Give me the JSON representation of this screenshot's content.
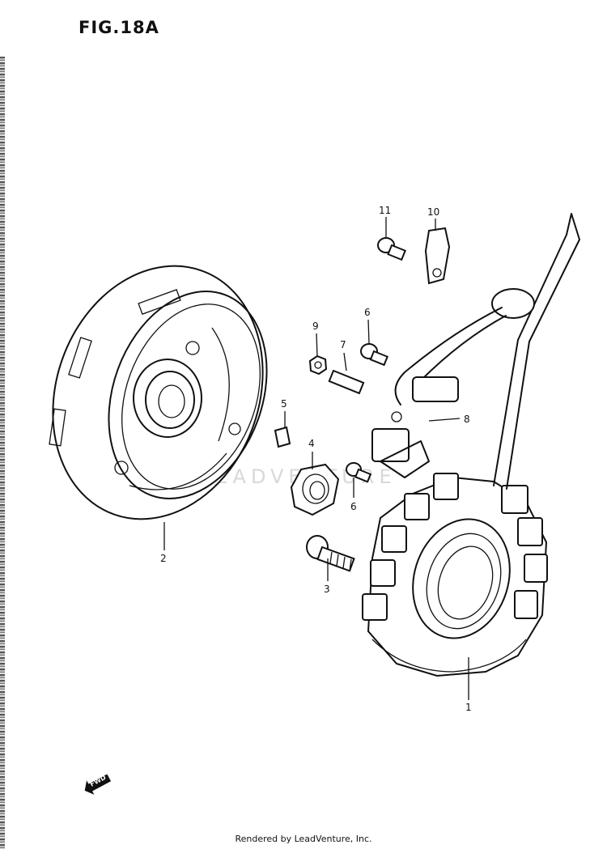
{
  "figure": {
    "title": "FIG.18A"
  },
  "parts": [
    {
      "number": "1"
    },
    {
      "number": "2"
    },
    {
      "number": "3"
    },
    {
      "number": "4"
    },
    {
      "number": "5"
    },
    {
      "number": "6"
    },
    {
      "number": "6"
    },
    {
      "number": "7"
    },
    {
      "number": "8"
    },
    {
      "number": "9"
    },
    {
      "number": "10"
    },
    {
      "number": "11"
    }
  ],
  "direction_marker": {
    "label": "FWD"
  },
  "footer": {
    "text": "Rendered by LeadVenture, Inc."
  }
}
